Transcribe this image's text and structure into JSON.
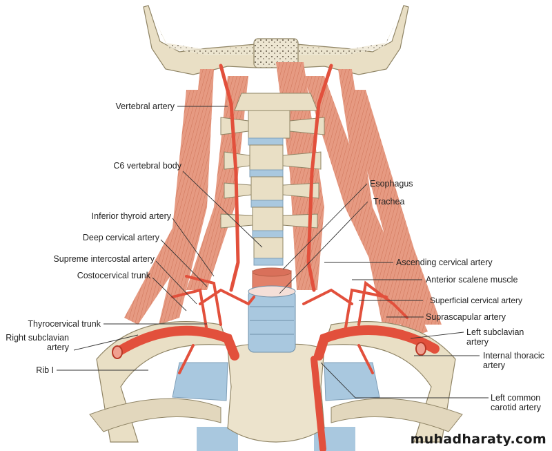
{
  "figure": {
    "subject": "Root of the neck - subclavian artery branches, anterior view",
    "colors": {
      "bone": "#ece3cc",
      "bone_outline": "#8f8465",
      "muscle": "#e69a82",
      "muscle_dark": "#d4785f",
      "artery": "#e2503c",
      "artery_dark": "#b83826",
      "cartilage": "#a9c8df",
      "leader_line": "#333333",
      "text": "#222222"
    }
  },
  "labels_left": [
    {
      "id": "vertebral-artery",
      "text": "Vertebral artery"
    },
    {
      "id": "c6-vertebral-body",
      "text": "C6 vertebral body"
    },
    {
      "id": "inferior-thyroid-artery",
      "text": "Inferior thyroid artery"
    },
    {
      "id": "deep-cervical-artery",
      "text": "Deep cervical artery"
    },
    {
      "id": "supreme-intercostal-artery",
      "text": "Supreme intercostal artery"
    },
    {
      "id": "costocervical-trunk",
      "text": "Costocervical trunk"
    },
    {
      "id": "thyrocervical-trunk",
      "text": "Thyrocervical trunk"
    },
    {
      "id": "right-subclavian-artery",
      "lines": [
        "Right subclavian",
        "artery"
      ]
    },
    {
      "id": "rib-1",
      "text": "Rib I"
    }
  ],
  "labels_right": [
    {
      "id": "esophagus",
      "text": "Esophagus"
    },
    {
      "id": "trachea",
      "text": "Trachea"
    },
    {
      "id": "ascending-cervical-artery",
      "text": "Ascending cervical artery"
    },
    {
      "id": "anterior-scalene-muscle",
      "text": "Anterior scalene muscle"
    },
    {
      "id": "superficial-cervical-artery",
      "text": "Superficial  cervical artery"
    },
    {
      "id": "suprascapular-artery",
      "text": "Suprascapular artery"
    },
    {
      "id": "left-subclavian-artery",
      "lines": [
        "Left subclavian",
        "artery"
      ]
    },
    {
      "id": "internal-thoracic-artery",
      "lines": [
        "Internal thoracic",
        "artery"
      ]
    },
    {
      "id": "left-common-carotid-artery",
      "lines": [
        "Left common",
        "carotid artery"
      ]
    }
  ],
  "watermark": "muhadharaty.com"
}
